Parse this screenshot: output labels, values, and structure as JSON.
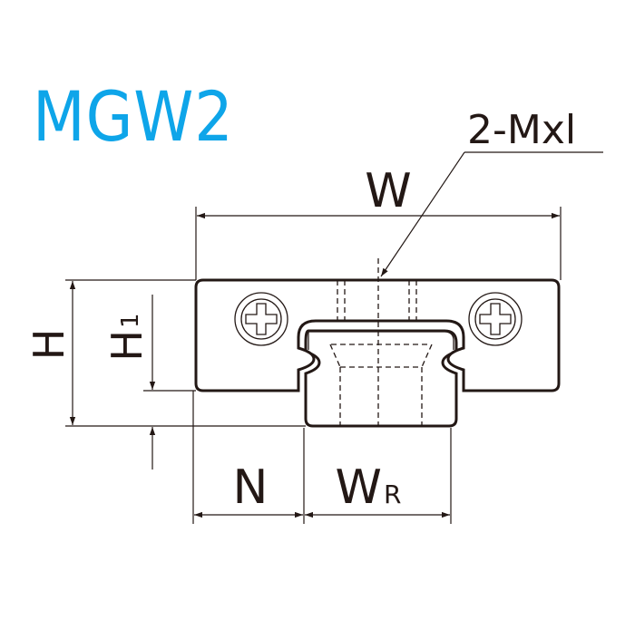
{
  "title": "MGW2",
  "callout": "2-Mxl",
  "dims": {
    "w": "W",
    "h": "H",
    "h1_main": "H",
    "h1_sub": "1",
    "n": "N",
    "wr_main": "W",
    "wr_sub": "R"
  },
  "colors": {
    "title": "#0ea5e9",
    "line": "#231815"
  }
}
